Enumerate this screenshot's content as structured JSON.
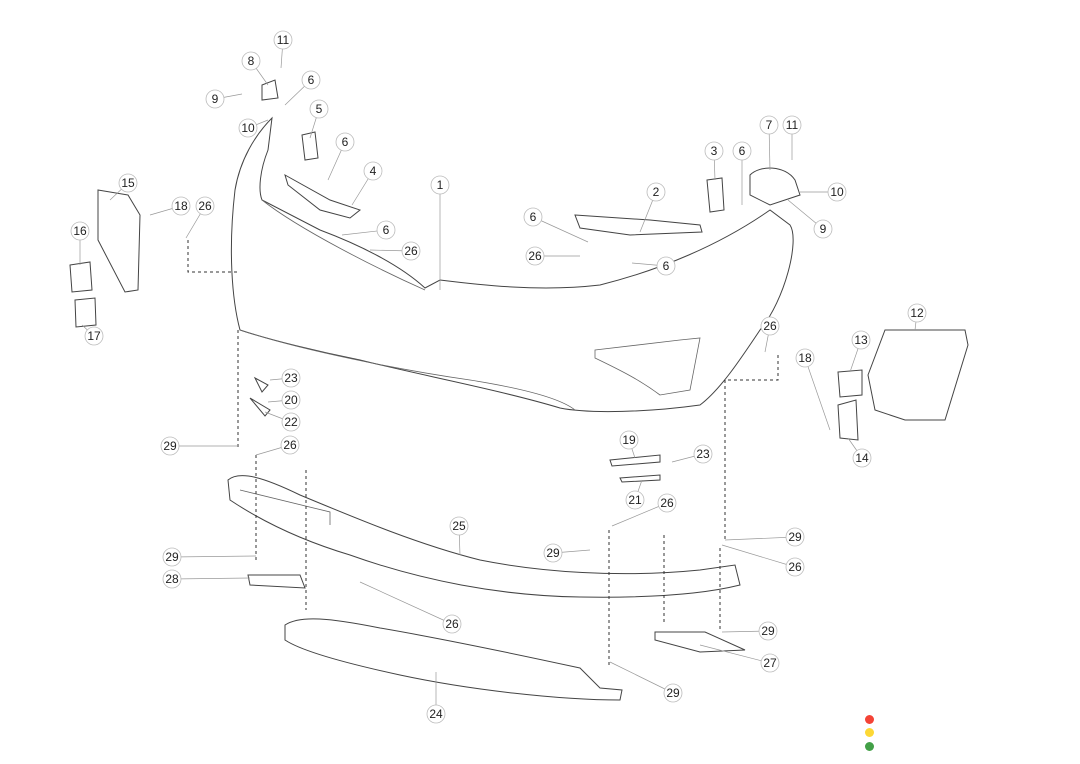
{
  "diagram": {
    "title": "Front bumper exploded parts diagram",
    "callouts": [
      "11",
      "8",
      "9",
      "6",
      "10",
      "5",
      "6",
      "4",
      "1",
      "15",
      "18",
      "26",
      "16",
      "17",
      "6",
      "26",
      "6",
      "2",
      "26",
      "6",
      "3",
      "6",
      "7",
      "11",
      "10",
      "9",
      "12",
      "26",
      "13",
      "18",
      "14",
      "23",
      "20",
      "22",
      "29",
      "26",
      "19",
      "23",
      "21",
      "25",
      "26",
      "29",
      "29",
      "26",
      "29",
      "28",
      "26",
      "29",
      "27",
      "29",
      "24"
    ]
  },
  "status_dots": {
    "colors": [
      "#f44336",
      "#fdd835",
      "#43a047"
    ]
  }
}
